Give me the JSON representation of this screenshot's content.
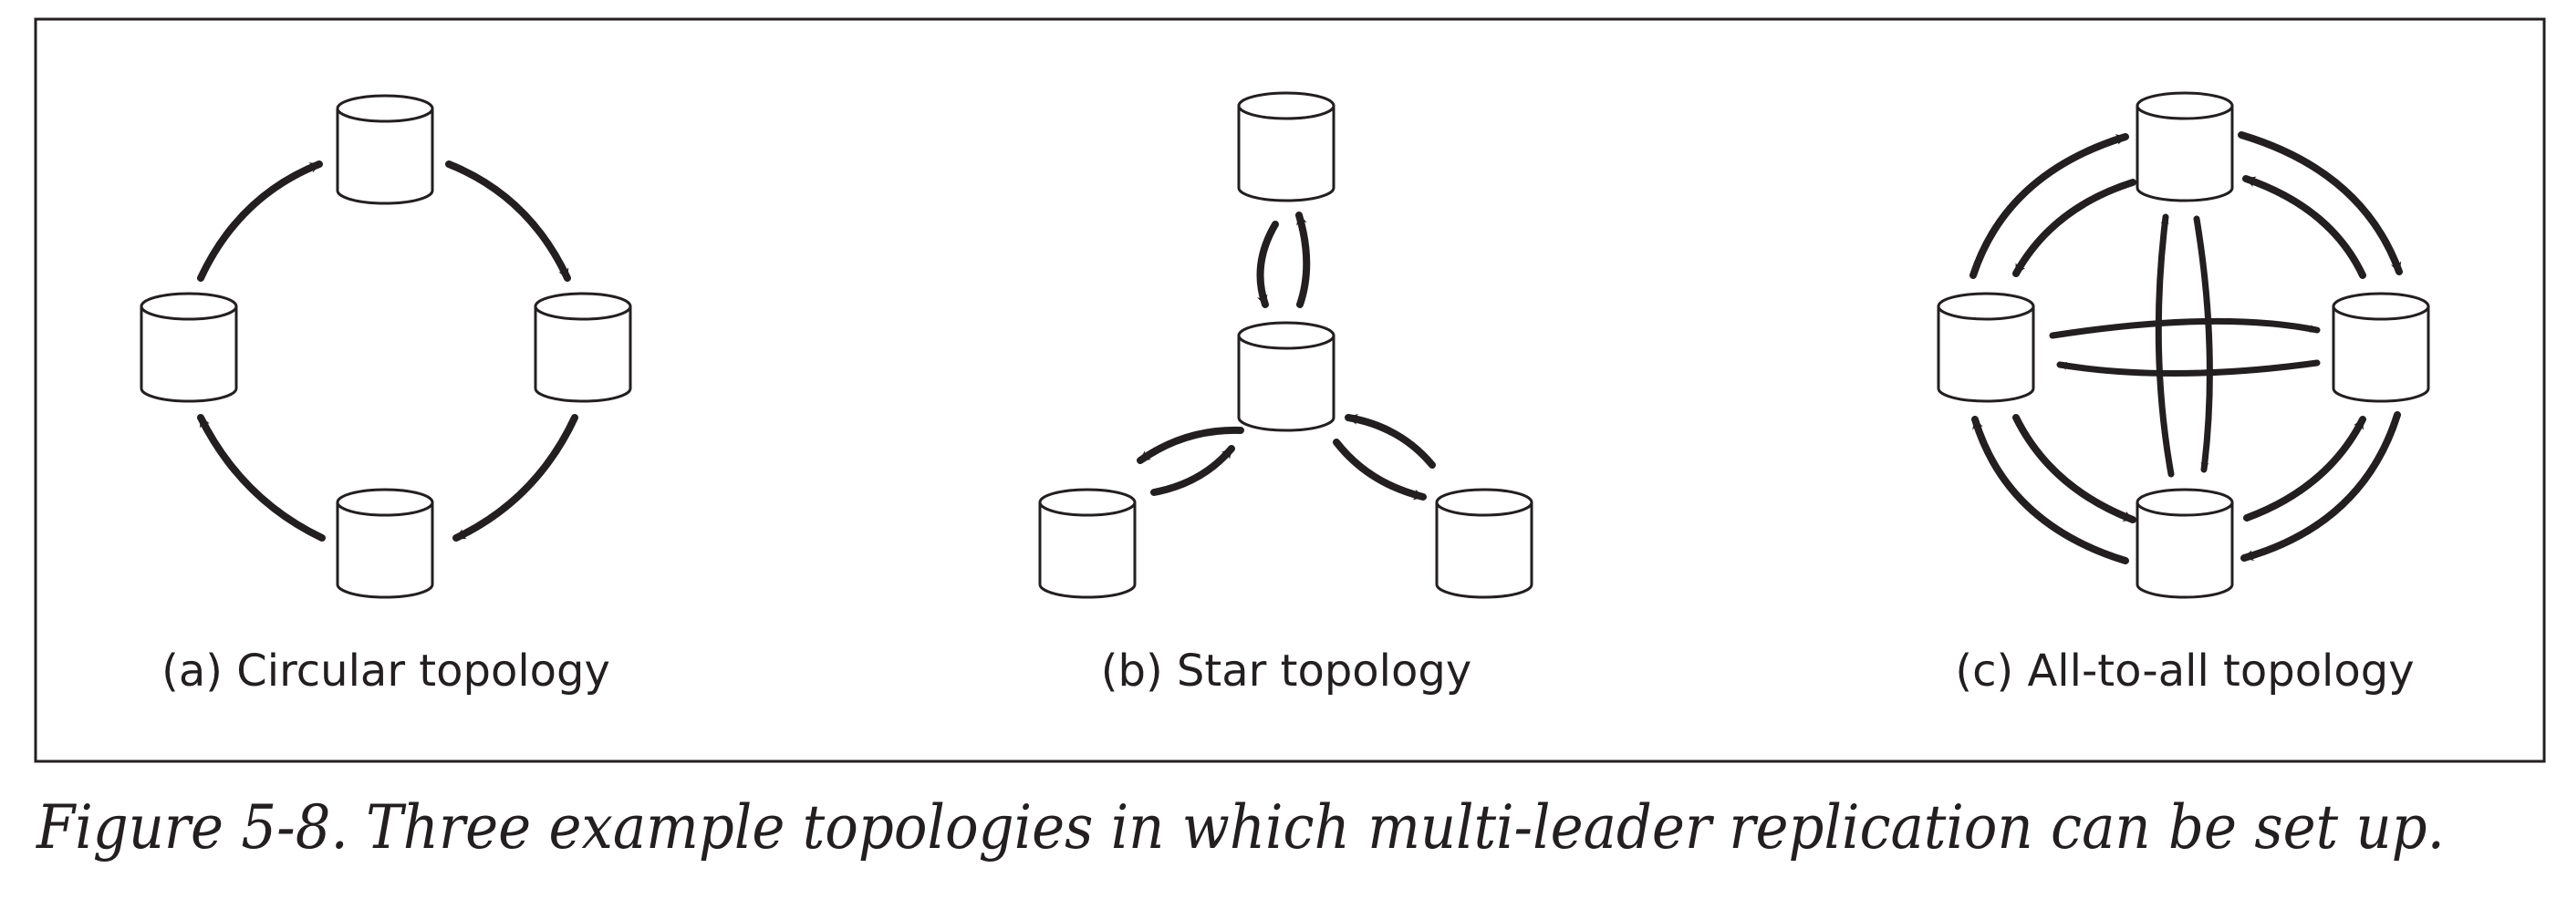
{
  "figure": {
    "caption": "Figure 5-8. Three example topologies in which multi-leader replication can be set up."
  },
  "panels": [
    {
      "id": "a",
      "label": "(a) Circular topology"
    },
    {
      "id": "b",
      "label": "(b) Star topology"
    },
    {
      "id": "c",
      "label": "(c) All-to-all topology"
    }
  ],
  "colors": {
    "ink": "#231f20",
    "background": "#ffffff"
  }
}
